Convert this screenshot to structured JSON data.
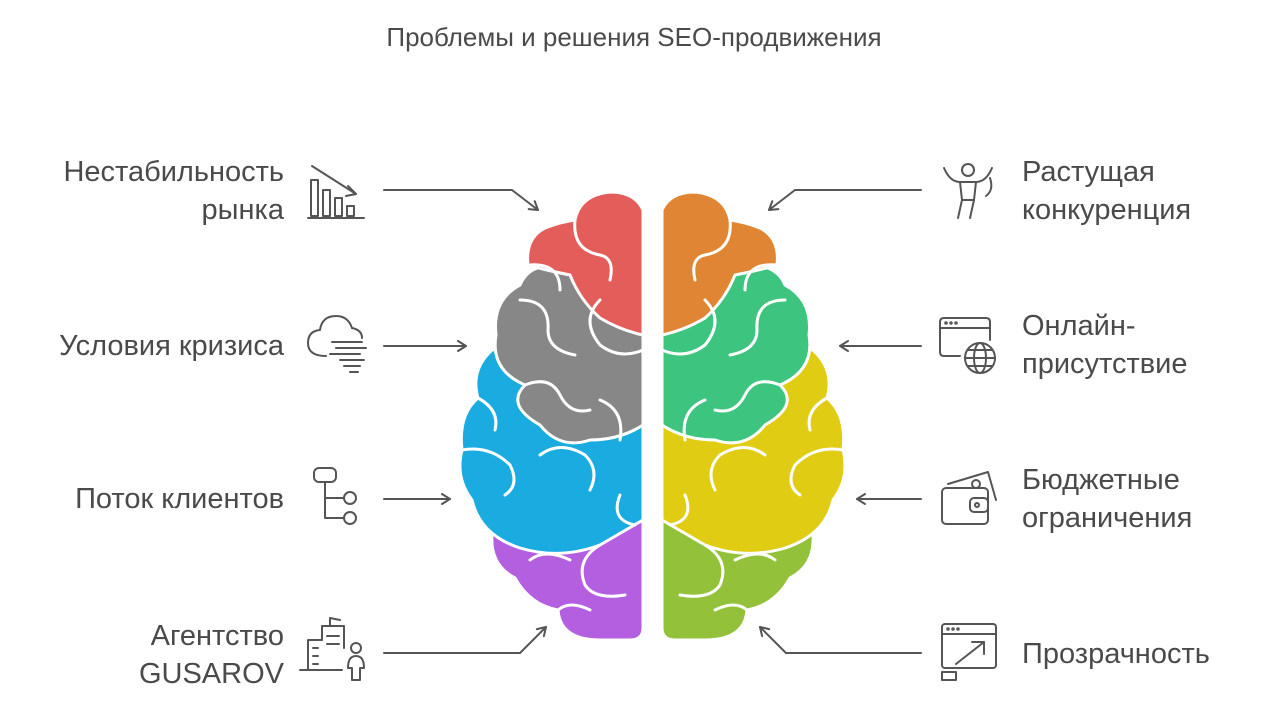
{
  "title": "Проблемы и решения SEO-продвижения",
  "left_items": [
    {
      "lines": [
        "Нестабильность",
        "рынка"
      ],
      "icon": "declining-bar-chart-icon"
    },
    {
      "lines": [
        "Условия кризиса"
      ],
      "icon": "storm-cloud-icon"
    },
    {
      "lines": [
        "Поток клиентов"
      ],
      "icon": "flow-nodes-icon"
    },
    {
      "lines": [
        "Агентство",
        "GUSAROV"
      ],
      "icon": "office-building-person-icon"
    }
  ],
  "right_items": [
    {
      "lines": [
        "Растущая",
        "конкуренция"
      ],
      "icon": "jumping-person-icon"
    },
    {
      "lines": [
        "Онлайн-",
        "присутствие"
      ],
      "icon": "browser-globe-icon"
    },
    {
      "lines": [
        "Бюджетные",
        "ограничения"
      ],
      "icon": "wallet-money-icon"
    },
    {
      "lines": [
        "Прозрачность"
      ],
      "icon": "browser-expand-icon"
    }
  ],
  "colors": {
    "red": "#e35d5b",
    "gray": "#878787",
    "blue": "#1aace0",
    "purple": "#b45ee0",
    "orange": "#df8533",
    "green": "#3dc47e",
    "yellow": "#e0cc12",
    "lime": "#93c13a",
    "stroke": "#555555"
  }
}
